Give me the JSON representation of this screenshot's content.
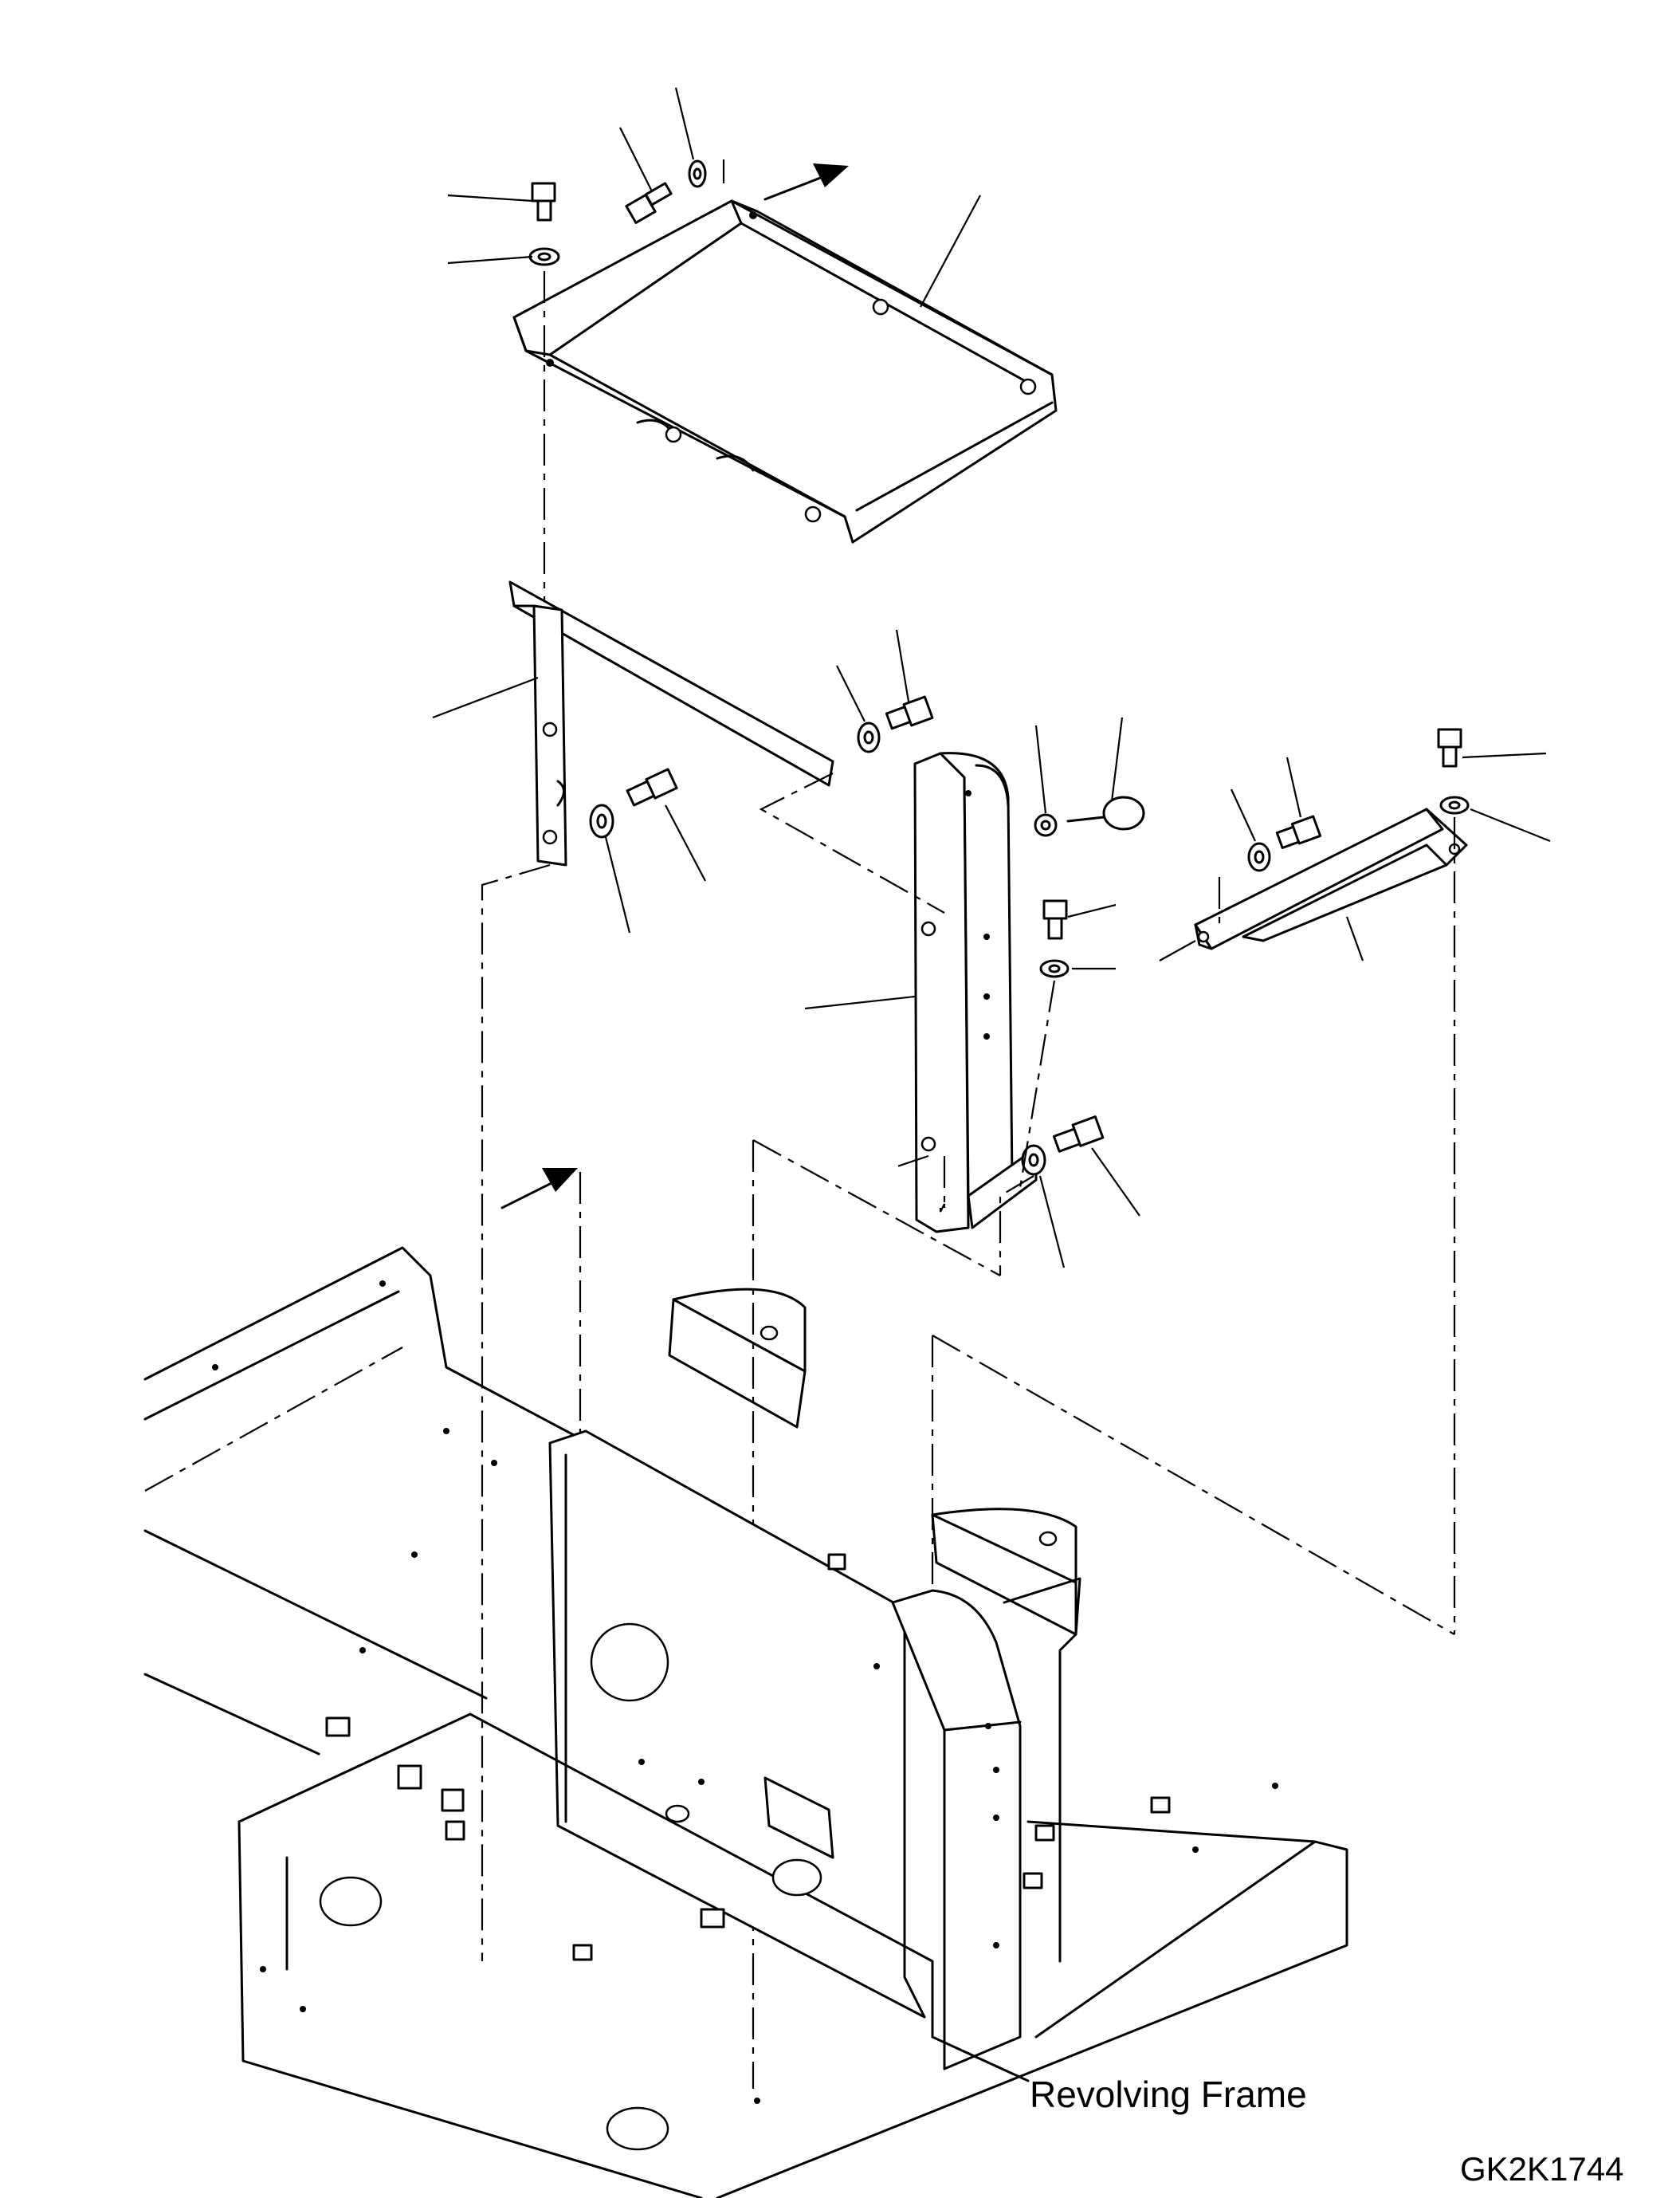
{
  "labels": {
    "frame": "Revolving Frame",
    "drawing_code": "GK2K1744"
  },
  "parts": [
    {
      "name": "top-cover-plate"
    },
    {
      "name": "left-bracket"
    },
    {
      "name": "right-upright-bracket"
    },
    {
      "name": "side-angle-bracket"
    },
    {
      "name": "bolt"
    },
    {
      "name": "washer"
    },
    {
      "name": "knob"
    }
  ],
  "icons": [
    "arrow-icon",
    "bolt-icon",
    "washer-icon"
  ]
}
